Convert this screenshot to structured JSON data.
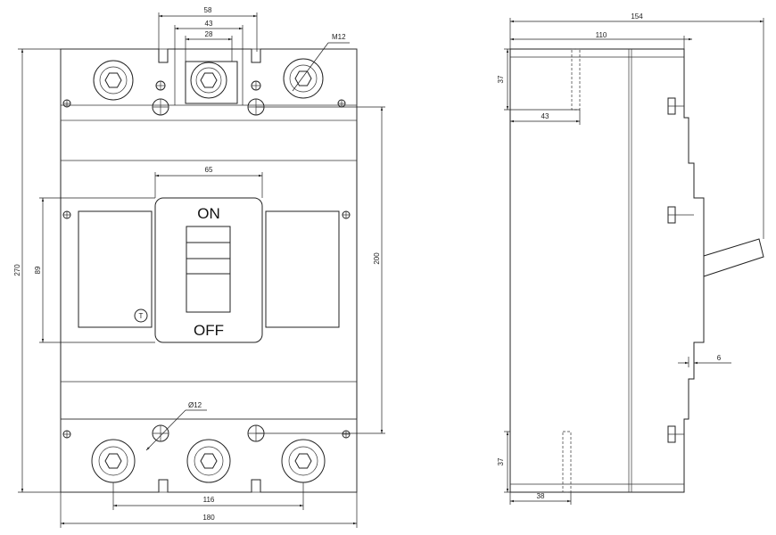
{
  "front_view": {
    "dim_top_outer": "58",
    "dim_top_mid": "43",
    "dim_top_inner": "28",
    "dim_bolt": "M12",
    "dim_height": "270",
    "dim_mounting_height": "200",
    "dim_cover_height": "89",
    "dim_handle_width": "65",
    "dim_hole": "Ø12",
    "dim_pole_pitch": "116",
    "dim_width": "180",
    "label_on": "ON",
    "label_off": "OFF",
    "label_terminal": "T"
  },
  "side_view": {
    "dim_total_depth": "154",
    "dim_body_depth": "110",
    "dim_top_height": "37",
    "dim_top_offset": "43",
    "dim_bottom_height": "37",
    "dim_bottom_offset": "38",
    "dim_step": "6"
  }
}
